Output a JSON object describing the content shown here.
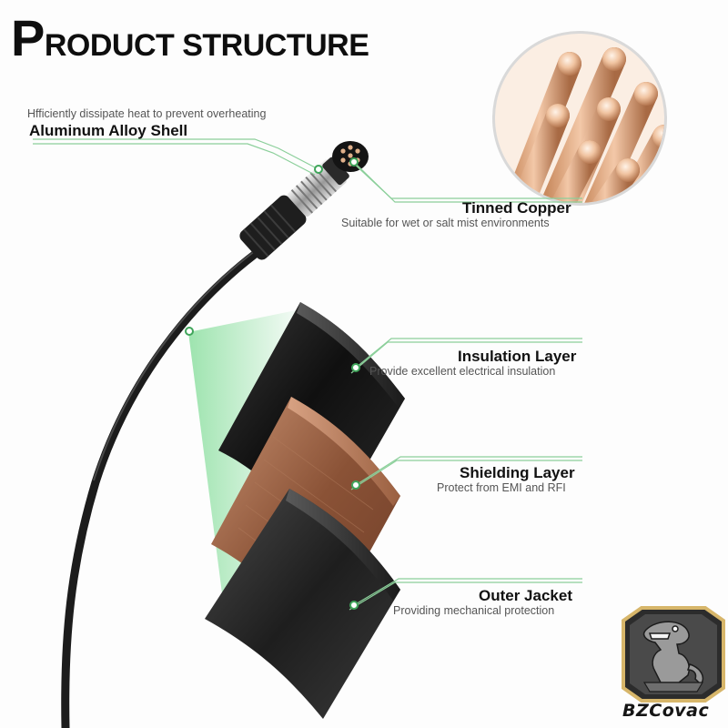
{
  "title": {
    "initial": "P",
    "rest": "RODUCT STRUCTURE"
  },
  "callouts": {
    "shell": {
      "label": "Aluminum Alloy Shell",
      "description": "Hfficiently dissipate heat to prevent overheating"
    },
    "copper": {
      "label": "Tinned Copper",
      "description": "Suitable for wet or salt mist environments"
    },
    "insulation": {
      "label": "Insulation Layer",
      "description": "Provide excellent electrical insulation"
    },
    "shielding": {
      "label": "Shielding Layer",
      "description": "Protect from EMI and RFI"
    },
    "outer": {
      "label": "Outer Jacket",
      "description": "Providing mechanical protection"
    }
  },
  "brand": {
    "name": "BZCovac",
    "logo_icon": "dinosaur-badge-icon"
  },
  "colors": {
    "accent_green": "#3fa55a",
    "copper": "#b8744e",
    "cable": "#1c1c1c",
    "text": "#111111"
  }
}
